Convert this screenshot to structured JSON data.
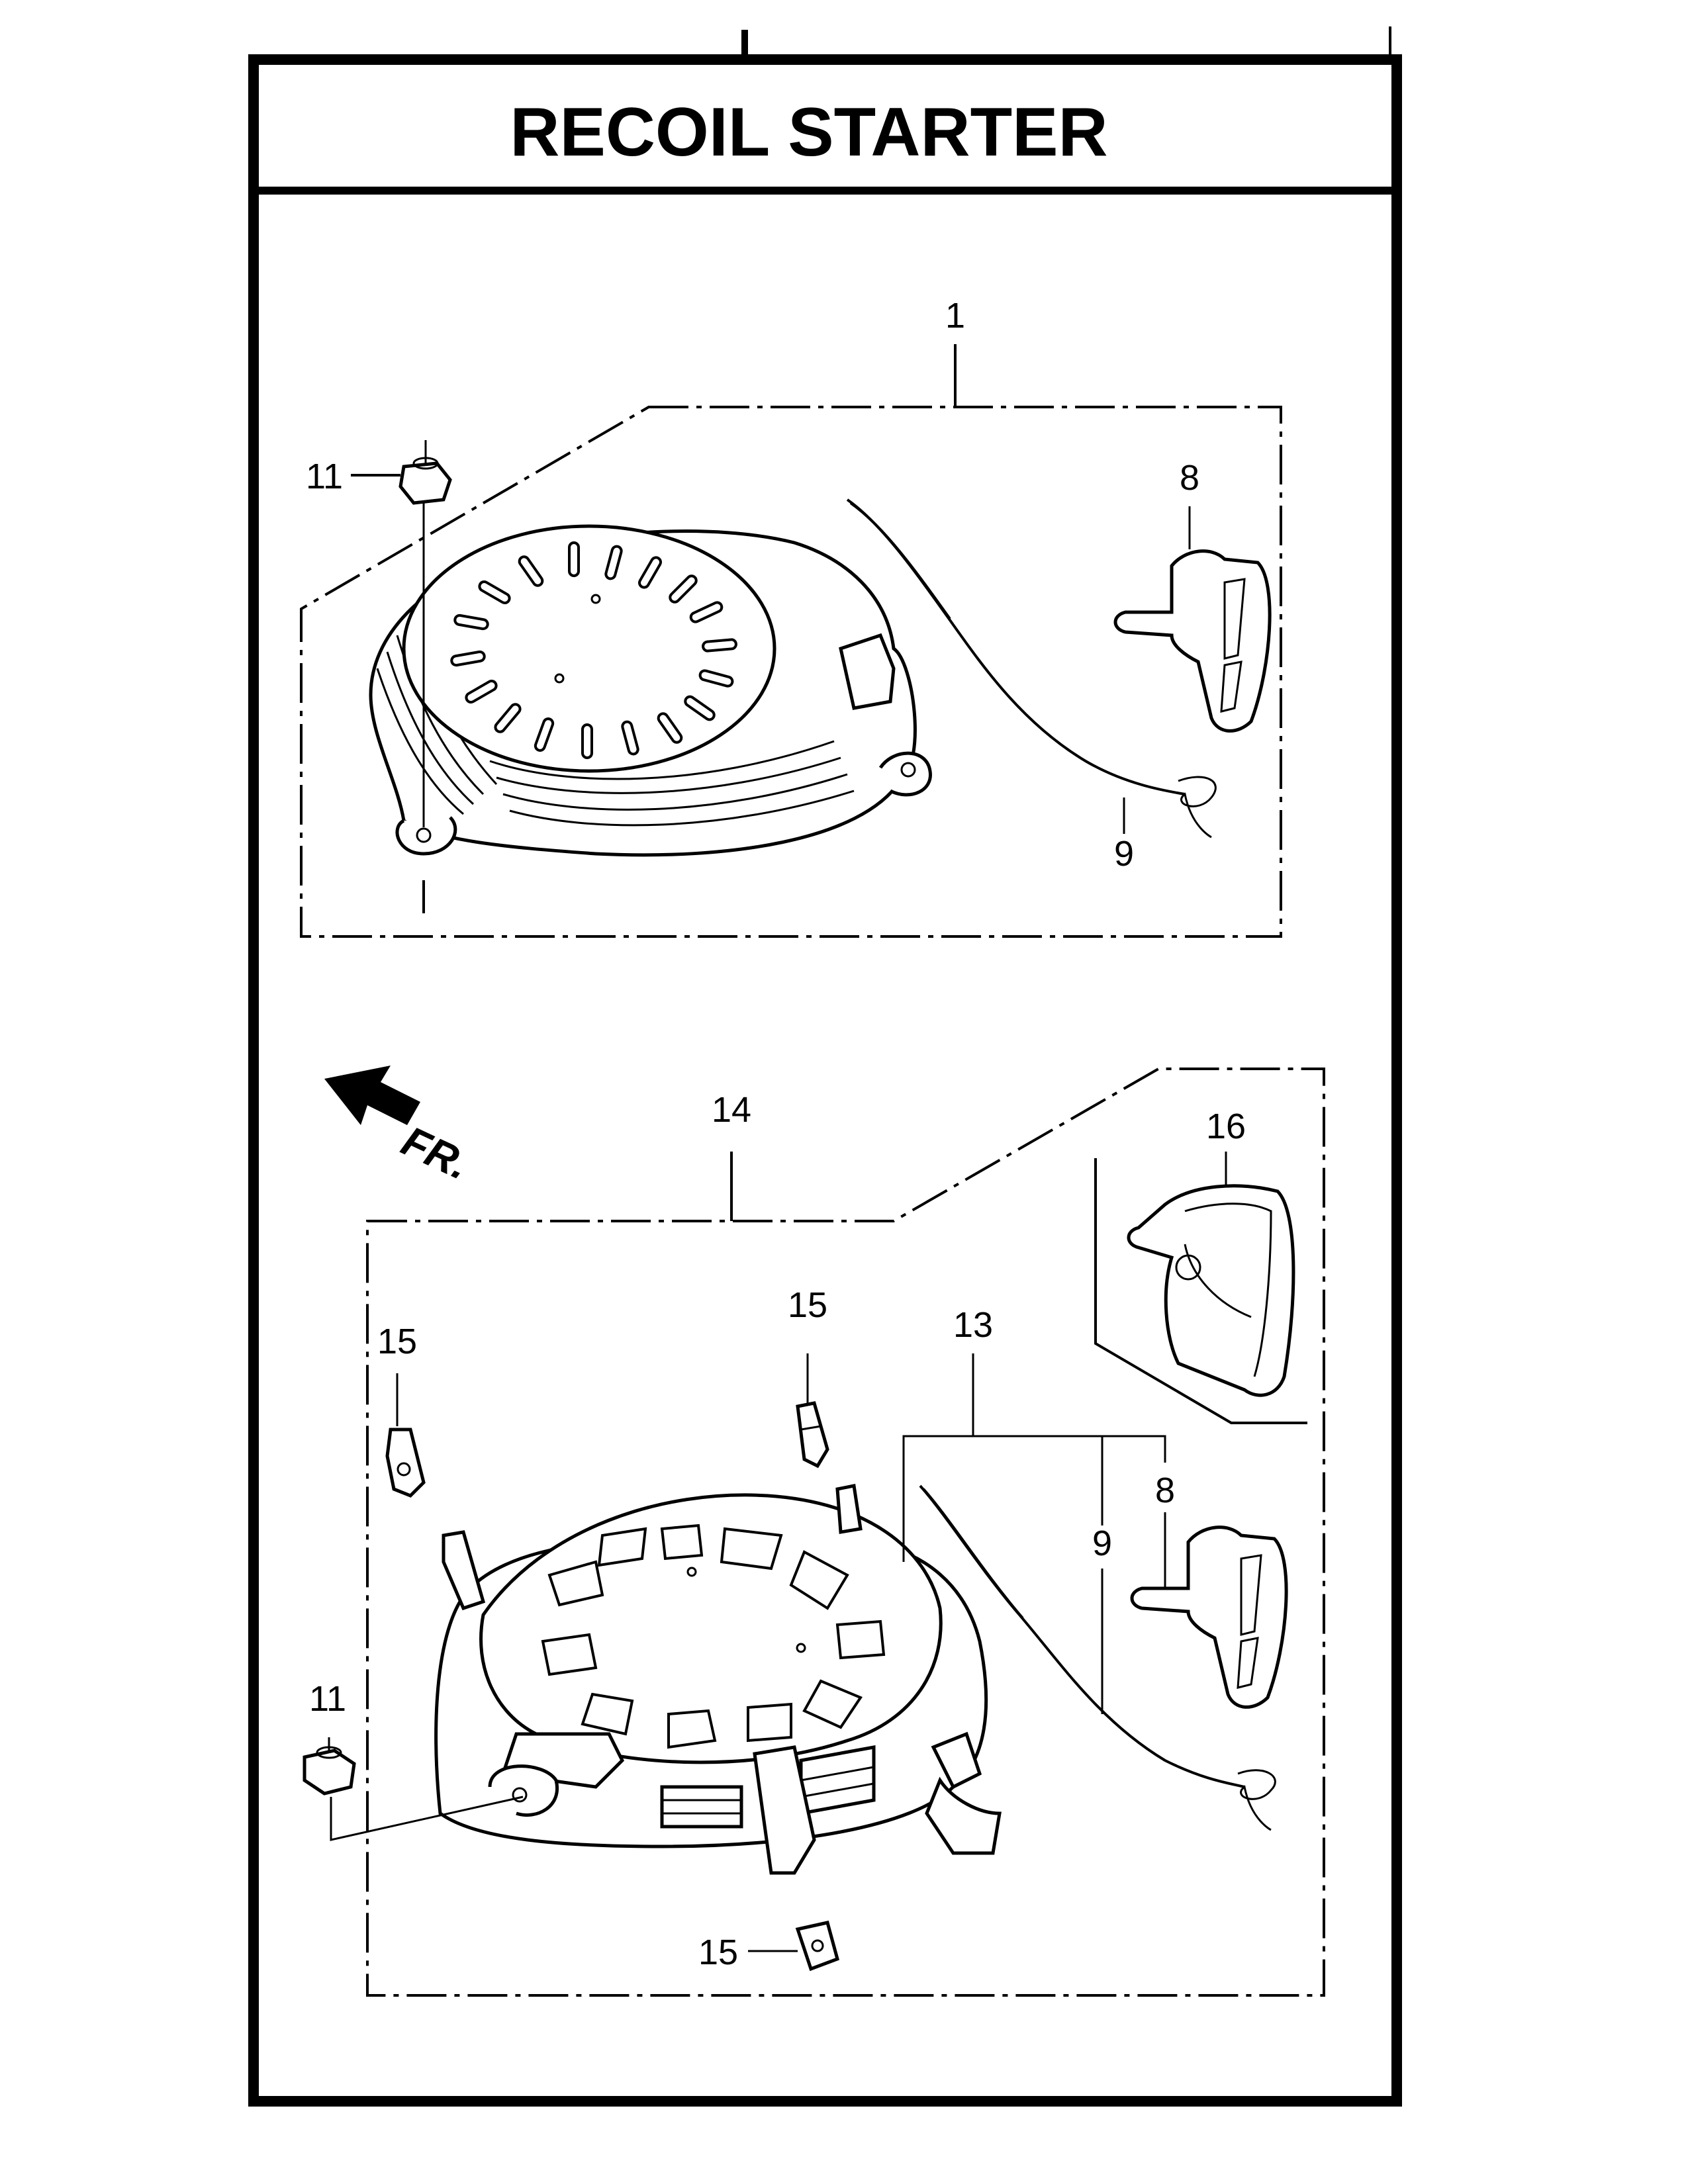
{
  "title": "RECOIL STARTER",
  "direction_label": "FR.",
  "callouts": {
    "top_assembly": "1",
    "top_nut": "11",
    "top_grip": "8",
    "top_rope": "9",
    "bottom_assembly": "14",
    "bottom_grip_alt": "16",
    "bottom_set": "13",
    "bottom_grip": "8",
    "bottom_rope": "9",
    "bottom_nut": "11",
    "clip_left": "15",
    "clip_center": "15",
    "clip_bottom": "15"
  },
  "icons": [
    "hex-nut-icon",
    "recoil-starter-housing-icon",
    "starter-grip-icon",
    "starter-rope-icon",
    "arrow-front-icon",
    "rope-guide-clip-icon"
  ]
}
